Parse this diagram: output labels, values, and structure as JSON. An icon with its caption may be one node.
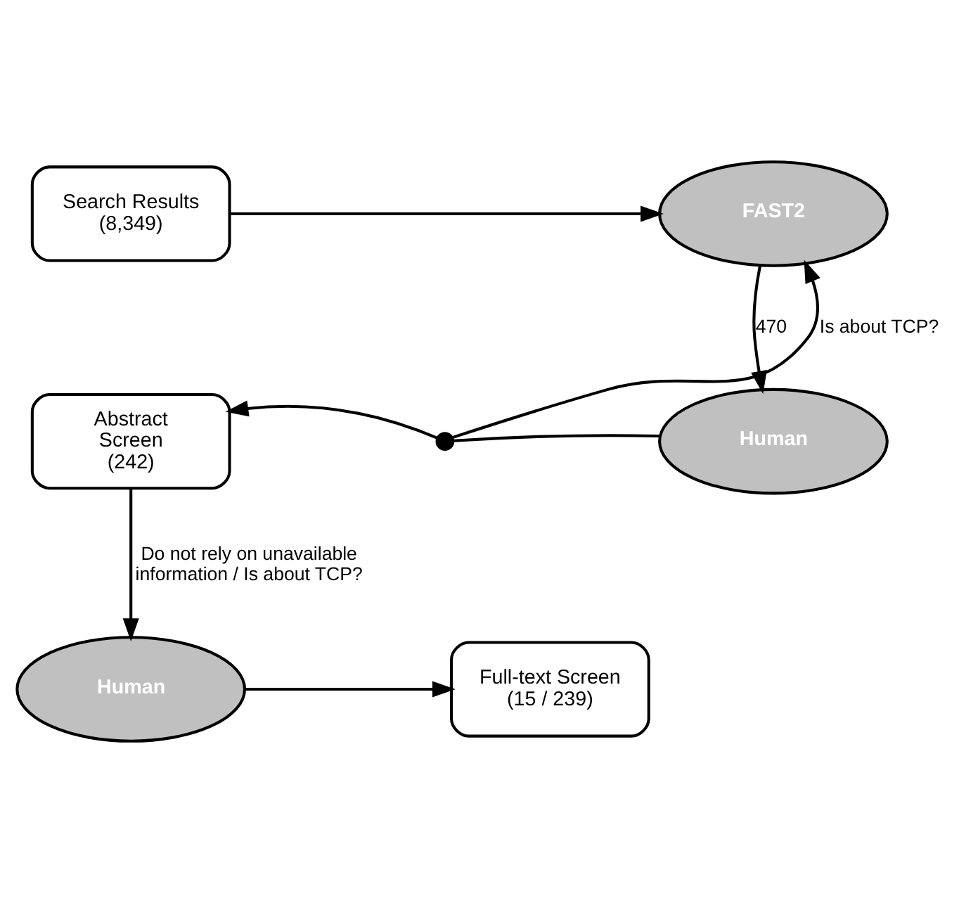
{
  "diagram": {
    "nodes": [
      {
        "text": [
          "Search Results (8,349)"
        ]
      },
      {
        "text": [
          "FAST2"
        ]
      },
      {
        "text": [
          "Human"
        ]
      },
      {
        "text": [
          "Abstract Screen (242)"
        ]
      },
      {
        "text": [
          "Human"
        ]
      },
      {
        "text": [
          "Full-text Screen (15 / 239)"
        ]
      },
      {
        "text": [],
        "shape": "circle"
      }
    ],
    "edges": [
      {
        "from": 0,
        "to": 1,
        "arrow": "to"
      },
      {
        "from": 1,
        "to": 2,
        "arrow": "to",
        "label": "470"
      },
      {
        "from": 2,
        "to": 6,
        "arrow": "none"
      },
      {
        "from": 6,
        "to": 3,
        "arrow": "to"
      },
      {
        "from": 6,
        "to": 1,
        "arrow": "to",
        "label": "Is about TCP?"
      },
      {
        "from": 3,
        "to": 4,
        "arrow": "to",
        "label": "Do not rely on unavailable information / Is about TCP?"
      },
      {
        "from": 4,
        "to": 5,
        "arrow": "to"
      }
    ]
  }
}
